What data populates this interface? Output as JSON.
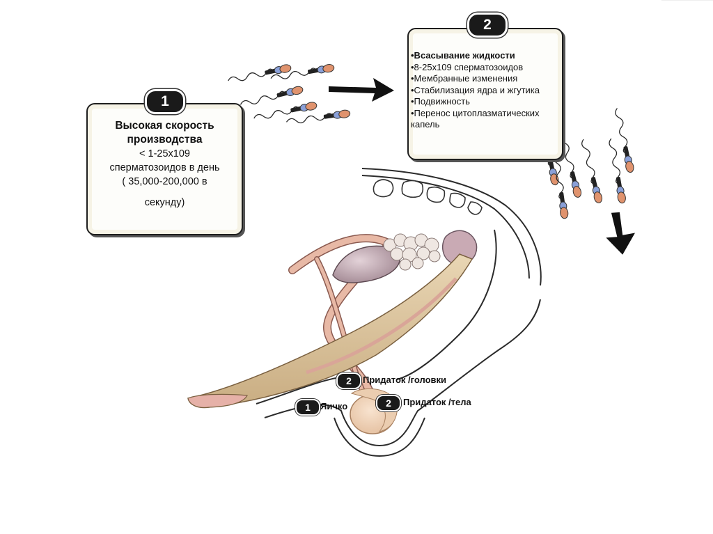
{
  "box1": {
    "badge": "1",
    "title_line1": "Высокая скорость",
    "title_line2": "производства",
    "line3": "< 1-25x109",
    "line4": "сперматозоидов в день",
    "line5": "( 35,000-200,000 в",
    "line6": "секунду)"
  },
  "box2": {
    "badge": "2",
    "items": [
      "•Всасывание жидкости",
      "•8-25x109 сперматозоидов",
      "•Мембранные изменения",
      "•Стабилизация ядра и жгутика",
      "•Подвижность",
      "•Перенос цитоплазматических",
      "капель"
    ]
  },
  "labels": {
    "head_badge": "2",
    "head": "Придаток /головки",
    "body_badge": "2",
    "body": "Придаток /тела",
    "testis_badge": "1",
    "testis": "Яичко"
  },
  "colors": {
    "sperm_head": "#e0936e",
    "sperm_mid": "#8aa0d8",
    "penis": "#dcc49e",
    "duct": "#e8b9a6",
    "gland": "#c4a8b0"
  }
}
